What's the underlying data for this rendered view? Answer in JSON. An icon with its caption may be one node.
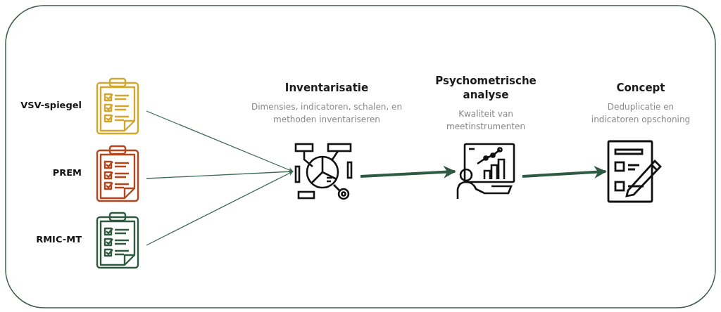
{
  "diagram": {
    "nodes": [
      {
        "text": [
          "VSV-spiegel"
        ]
      },
      {
        "text": [
          "PREM"
        ]
      },
      {
        "text": [
          "RMIC-MT"
        ]
      },
      {
        "text": [
          "Inventarisatie",
          "Dimensies,  indicatoren, schalen, en methoden inventariseren"
        ]
      },
      {
        "text": [
          "Psychometrische analyse",
          "Kwaliteit van meetinstrumenten"
        ]
      },
      {
        "text": [
          "Concept",
          "Deduplicatie en indicatoren opschoning"
        ]
      }
    ],
    "edges": [
      {
        "from": 0,
        "to": 3,
        "arrow": "to"
      },
      {
        "from": 1,
        "to": 3,
        "arrow": "to"
      },
      {
        "from": 2,
        "to": 3,
        "arrow": "to"
      },
      {
        "from": 3,
        "to": 4,
        "arrow": "to",
        "style": "thick"
      },
      {
        "from": 4,
        "to": 5,
        "arrow": "to",
        "style": "thick"
      }
    ]
  }
}
